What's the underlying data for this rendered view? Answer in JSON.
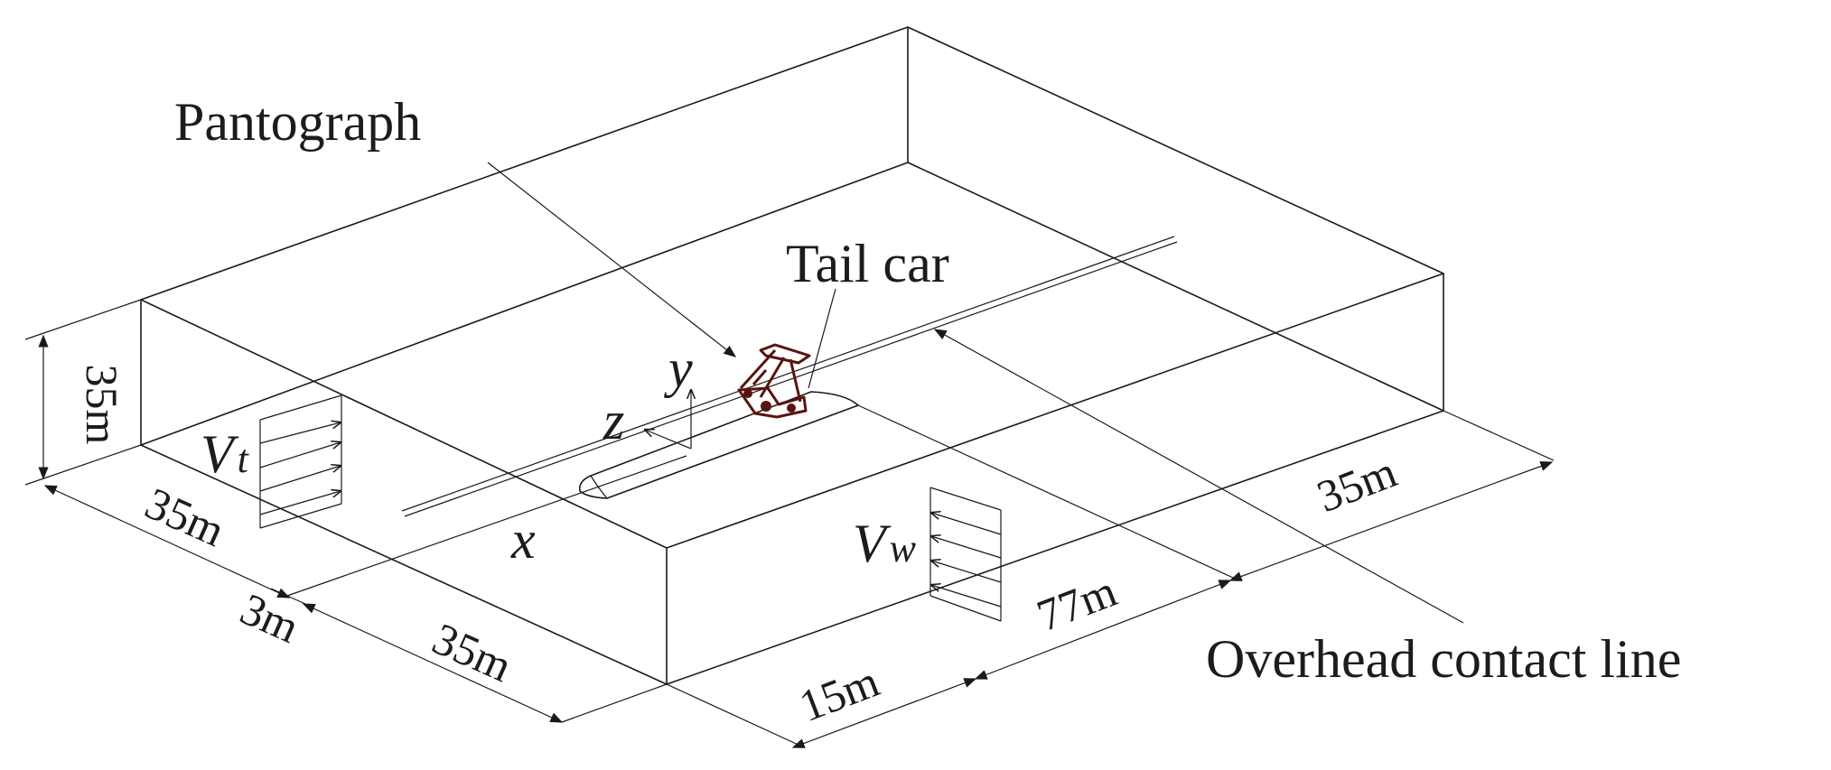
{
  "labels": {
    "pantograph": "Pantograph",
    "tail_car": "Tail car",
    "overhead_contact_line": "Overhead contact line",
    "axis_x": "x",
    "axis_y": "y",
    "axis_z": "z",
    "inflow_velocity_symbol": "V",
    "inflow_velocity_sub": "t",
    "wind_velocity_symbol": "V",
    "wind_velocity_sub": "w"
  },
  "dimensions": {
    "height": "35m",
    "upstream_length": "35m",
    "track_offset": "3m",
    "front_width": "35m",
    "side_15": "15m",
    "side_77": "77m",
    "side_35": "35m"
  },
  "colors": {
    "lines": "#1a1a1a",
    "pantograph": "#5a1410"
  }
}
